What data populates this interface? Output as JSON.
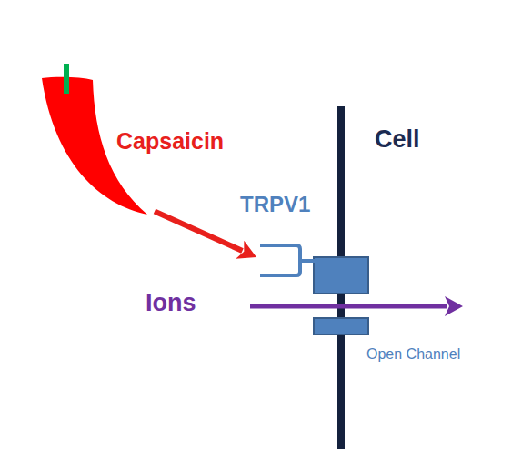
{
  "diagram": {
    "nodes": [
      {
        "text": [
          "Capsaicin"
        ]
      },
      {
        "text": [
          "TRPV1"
        ]
      }
    ],
    "edges": [
      {
        "from": 0,
        "to": 1,
        "arrow": "to"
      }
    ],
    "labels": [
      "Cell",
      "Ions",
      "Open Channel"
    ]
  }
}
